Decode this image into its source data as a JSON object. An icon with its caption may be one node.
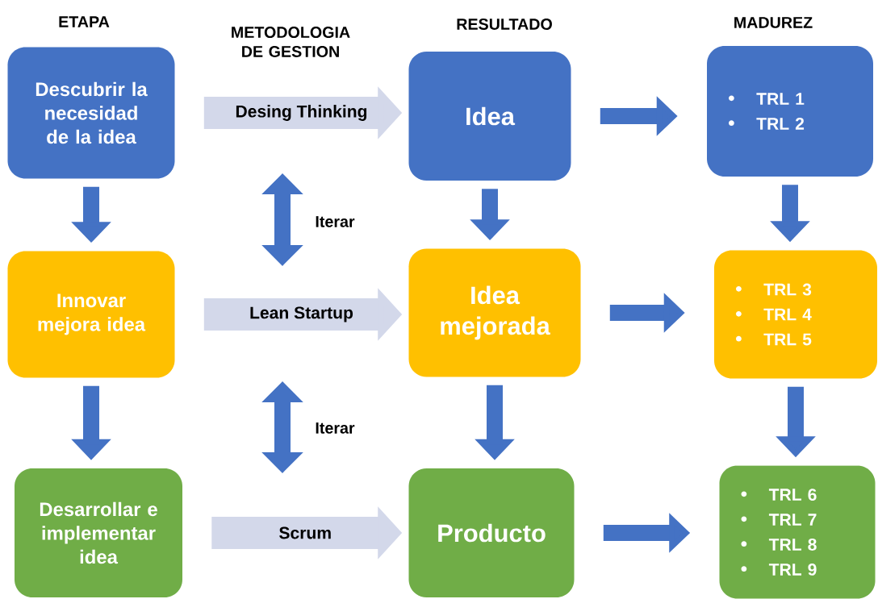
{
  "diagram": {
    "nodes": [
      {
        "text": [
          "Descubrir la necesidad de la idea"
        ]
      },
      {
        "text": [
          "Idea"
        ]
      },
      {
        "text": [
          "TRL 1",
          "TRL 2"
        ]
      },
      {
        "text": [
          "Innovar mejora idea"
        ]
      },
      {
        "text": [
          "Idea mejorada"
        ]
      },
      {
        "text": [
          "TRL 3",
          "TRL 4",
          "TRL 5"
        ]
      },
      {
        "text": [
          "Desarrollar e implementar idea"
        ]
      },
      {
        "text": [
          "Producto"
        ]
      },
      {
        "text": [
          "TRL 6",
          "TRL 7",
          "TRL 8",
          "TRL 9"
        ]
      }
    ],
    "edges": [
      {
        "from": 0,
        "to": 1,
        "arrow": "to",
        "label": "Desing Thinking",
        "style": "thick",
        "color": "#d3d8ea"
      },
      {
        "from": 1,
        "to": 2,
        "arrow": "to"
      },
      {
        "from": 0,
        "to": 3,
        "arrow": "to"
      },
      {
        "from": 1,
        "to": 4,
        "arrow": "to"
      },
      {
        "from": 2,
        "to": 5,
        "arrow": "to"
      },
      {
        "from": 3,
        "to": 4,
        "arrow": "to",
        "label": "Lean Startup",
        "style": "thick",
        "color": "#d3d8ea"
      },
      {
        "from": 4,
        "to": 5,
        "arrow": "to"
      },
      {
        "from": 3,
        "to": 6,
        "arrow": "to"
      },
      {
        "from": 4,
        "to": 7,
        "arrow": "to"
      },
      {
        "from": 5,
        "to": 8,
        "arrow": "to"
      },
      {
        "from": 6,
        "to": 7,
        "arrow": "to",
        "label": "Scrum",
        "style": "thick",
        "color": "#d3d8ea"
      },
      {
        "from": 7,
        "to": 8,
        "arrow": "to"
      }
    ],
    "labels": [
      "ETAPA",
      "METODOLOGIA DE GESTION",
      "RESULTADO",
      "MADUREZ",
      "Iterar",
      "Iterar"
    ]
  }
}
